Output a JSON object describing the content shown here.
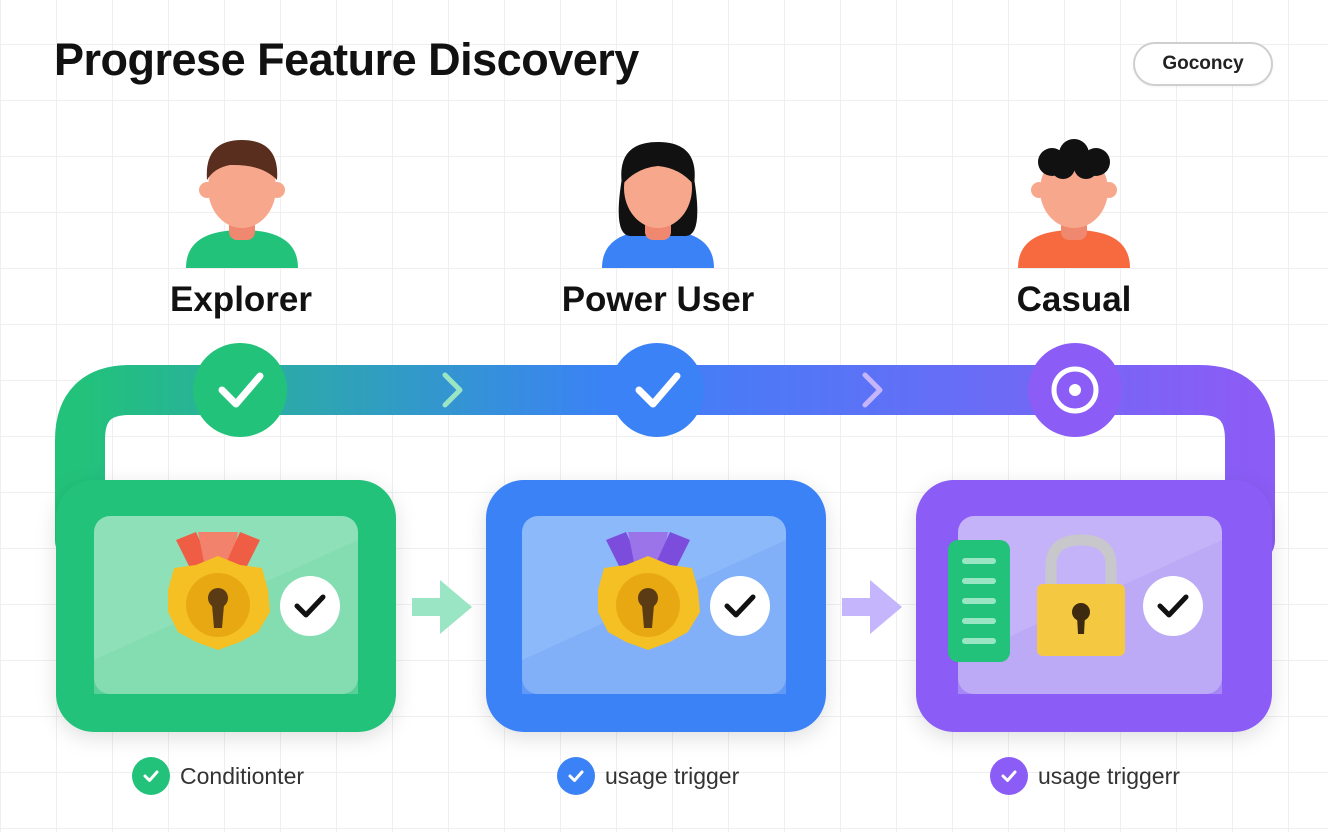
{
  "header": {
    "title": "Progrese Feature Discovery",
    "button_label": "Goconcy"
  },
  "personas": [
    {
      "name": "Explorer",
      "color": "#22c27a",
      "status": "complete",
      "footer_label": "Conditionter"
    },
    {
      "name": "Power User",
      "color": "#3b82f6",
      "status": "complete",
      "footer_label": "usage trigger"
    },
    {
      "name": "Casual",
      "color": "#8b5cf6",
      "status": "current",
      "footer_label": "usage triggerr"
    }
  ],
  "colors": {
    "green": "#22c27a",
    "blue": "#3b82f6",
    "purple": "#8b5cf6",
    "gold": "#f5b525"
  }
}
